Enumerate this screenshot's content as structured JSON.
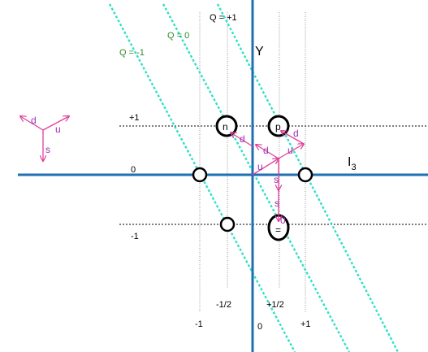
{
  "axes": {
    "y_label": "Y",
    "x_label": "I",
    "x_label_subscript": "3"
  },
  "row_labels": {
    "plus_one": "+1",
    "zero": "0",
    "minus_one": "-1"
  },
  "column_labels": {
    "minus_one": "-1",
    "minus_half": "-1/2",
    "zero": "0",
    "plus_half": "+1/2",
    "plus_one": "+1"
  },
  "charge_lines": {
    "minus_one": "Q = -1",
    "zero": "Q = 0",
    "plus_one": "Q = +1"
  },
  "particles": {
    "neutron": "n",
    "proton": "p",
    "xi_minus": "="
  },
  "quarks": {
    "u": "u",
    "d": "d",
    "s": "s",
    "zero": "0"
  },
  "colors": {
    "axis": "#1f6fb5",
    "charge_line": "#2fe0c8",
    "quark_arrow": "#e0409a",
    "quark_text": "#9b2fb5",
    "grid": "#000000"
  }
}
